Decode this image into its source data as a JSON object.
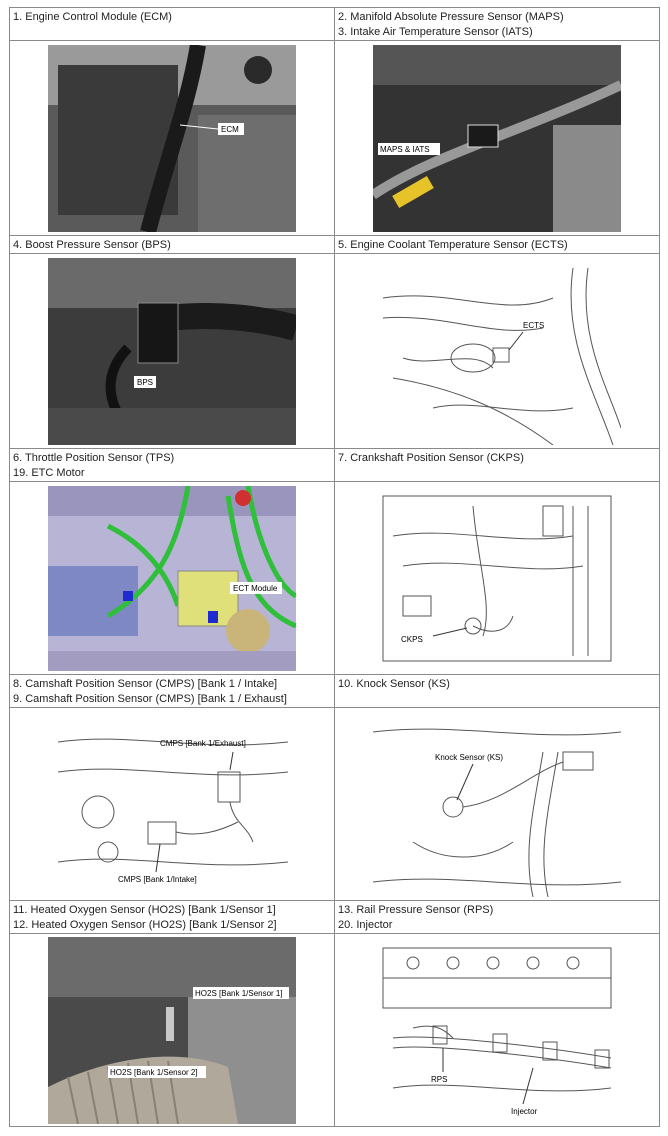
{
  "cells": [
    {
      "lines": [
        "1. Engine Control Module (ECM)"
      ],
      "callouts": [
        "ECM"
      ]
    },
    {
      "lines": [
        "2. Manifold Absolute Pressure Sensor (MAPS)",
        "3. Intake Air Temperature Sensor (IATS)"
      ],
      "callouts": [
        "MAPS & IATS"
      ]
    },
    {
      "lines": [
        "4. Boost Pressure Sensor (BPS)"
      ],
      "callouts": [
        "BPS"
      ]
    },
    {
      "lines": [
        "5. Engine Coolant Temperature Sensor (ECTS)"
      ],
      "callouts": [
        "ECTS"
      ]
    },
    {
      "lines": [
        "6. Throttle Position Sensor (TPS)",
        "19. ETC Motor"
      ],
      "callouts": [
        "ECT Module"
      ]
    },
    {
      "lines": [
        "7. Crankshaft Position Sensor (CKPS)"
      ],
      "callouts": [
        "CKPS"
      ]
    },
    {
      "lines": [
        "8. Camshaft Position Sensor (CMPS) [Bank 1 / Intake]",
        "9. Camshaft Position Sensor (CMPS) [Bank 1 / Exhaust]"
      ],
      "callouts": [
        "CMPS [Bank 1/Exhaust]",
        "CMPS [Bank 1/Intake]"
      ]
    },
    {
      "lines": [
        "10. Knock Sensor (KS)"
      ],
      "callouts": [
        "Knock Sensor (KS)"
      ]
    },
    {
      "lines": [
        "11. Heated Oxygen Sensor (HO2S) [Bank 1/Sensor 1]",
        "12. Heated Oxygen Sensor (HO2S) [Bank 1/Sensor 2]"
      ],
      "callouts": [
        "HO2S [Bank 1/Sensor 1]",
        "HO2S [Bank 1/Sensor 2]"
      ]
    },
    {
      "lines": [
        "13. Rail Pressure Sensor (RPS)",
        "20. Injector"
      ],
      "callouts": [
        "RPS",
        "Injector"
      ]
    }
  ]
}
